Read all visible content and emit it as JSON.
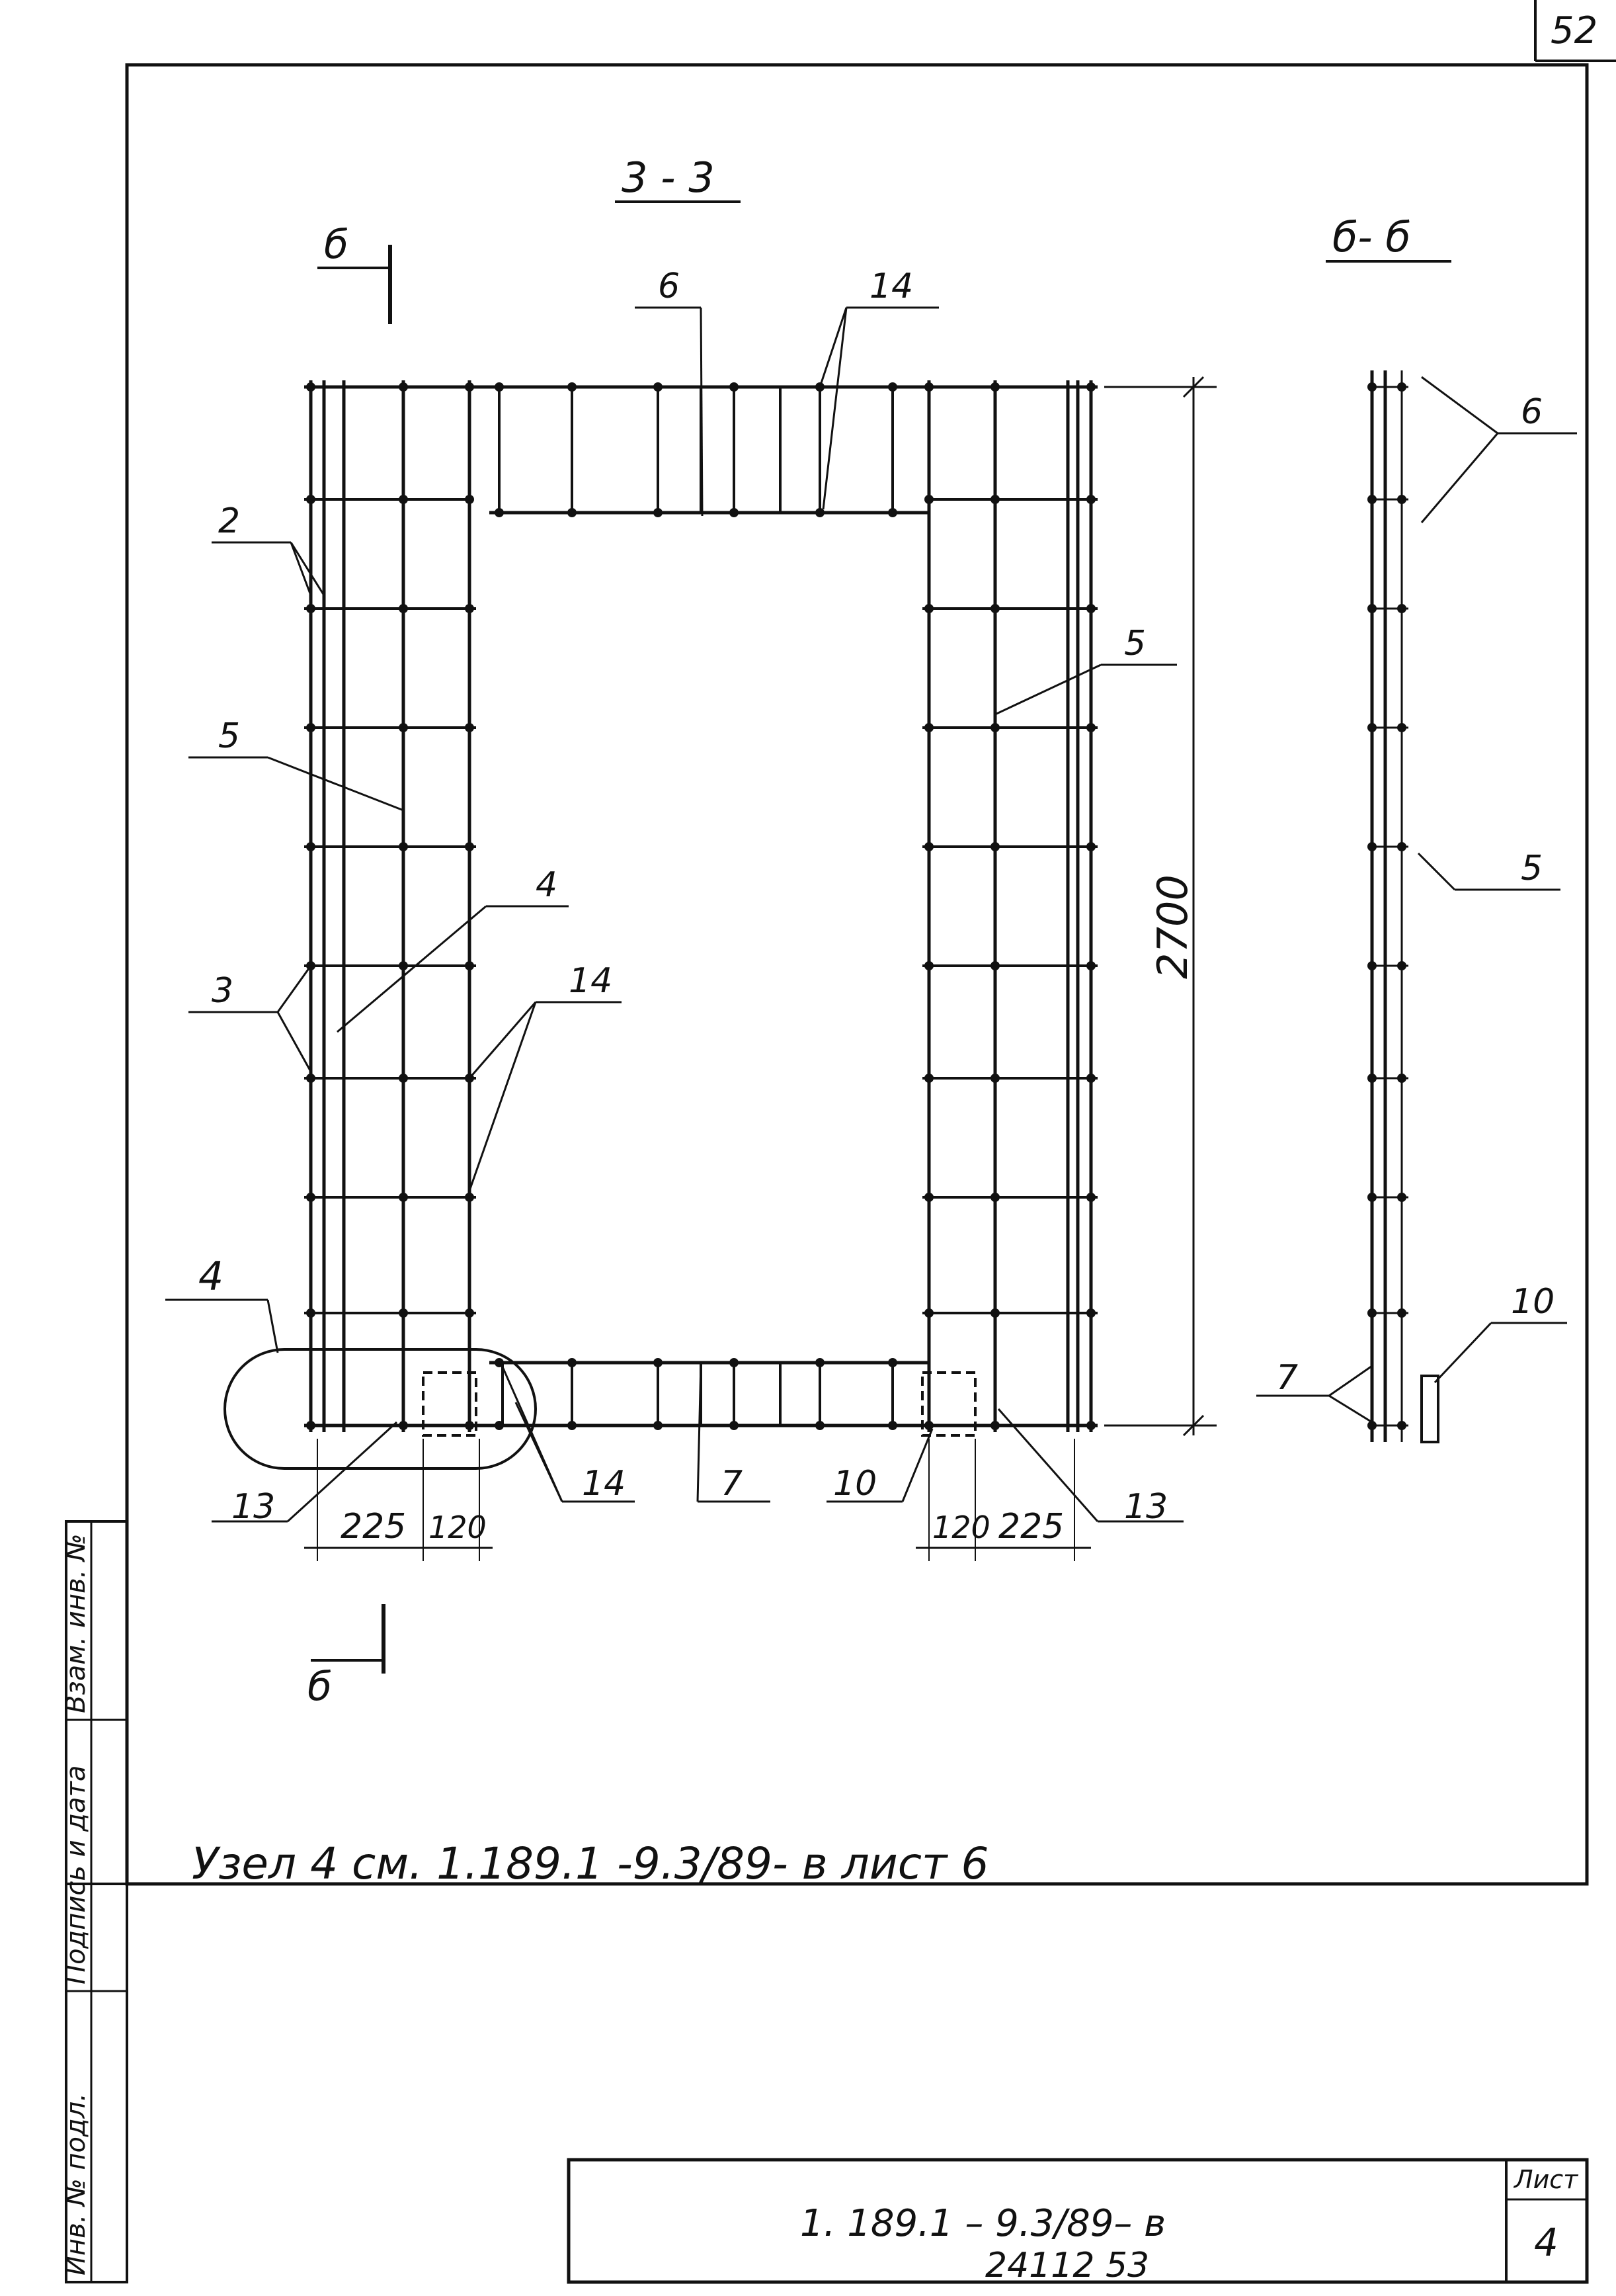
{
  "page_number": "52",
  "section_3_3": {
    "title": "3 - 3",
    "cut_mark_top": "б",
    "cut_mark_bottom": "б"
  },
  "section_b_b": {
    "title": "б- б"
  },
  "callouts": {
    "n2": "2",
    "n3": "3",
    "n4_side": "4",
    "n4_node": "4",
    "n5_left": "5",
    "n5_right": "5",
    "n6_top": "6",
    "n14_top": "14",
    "n14_mid": "14",
    "n14_bottom": "14",
    "n13_left": "13",
    "n13_right": "13",
    "n7": "7",
    "n10": "10",
    "bb_6": "6",
    "bb_5": "5",
    "bb_7": "7",
    "bb_10": "10"
  },
  "dimensions": {
    "height": "2700",
    "left_225": "225",
    "left_120": "120",
    "right_120": "120",
    "right_225": "225"
  },
  "note": "Узел  4  см. 1.189.1 -9.3/89- в  лист 6",
  "side_stamp": {
    "inv_podl": "Инв. № подл.",
    "podpis_data": "Подпись и дата",
    "vzam_inv": "Взам. инв. №"
  },
  "title_block": {
    "code": "1. 189.1  – 9.3/89– в",
    "sheet_label": "Лист",
    "sheet_no": "4"
  },
  "bottom_number": "24112   53"
}
